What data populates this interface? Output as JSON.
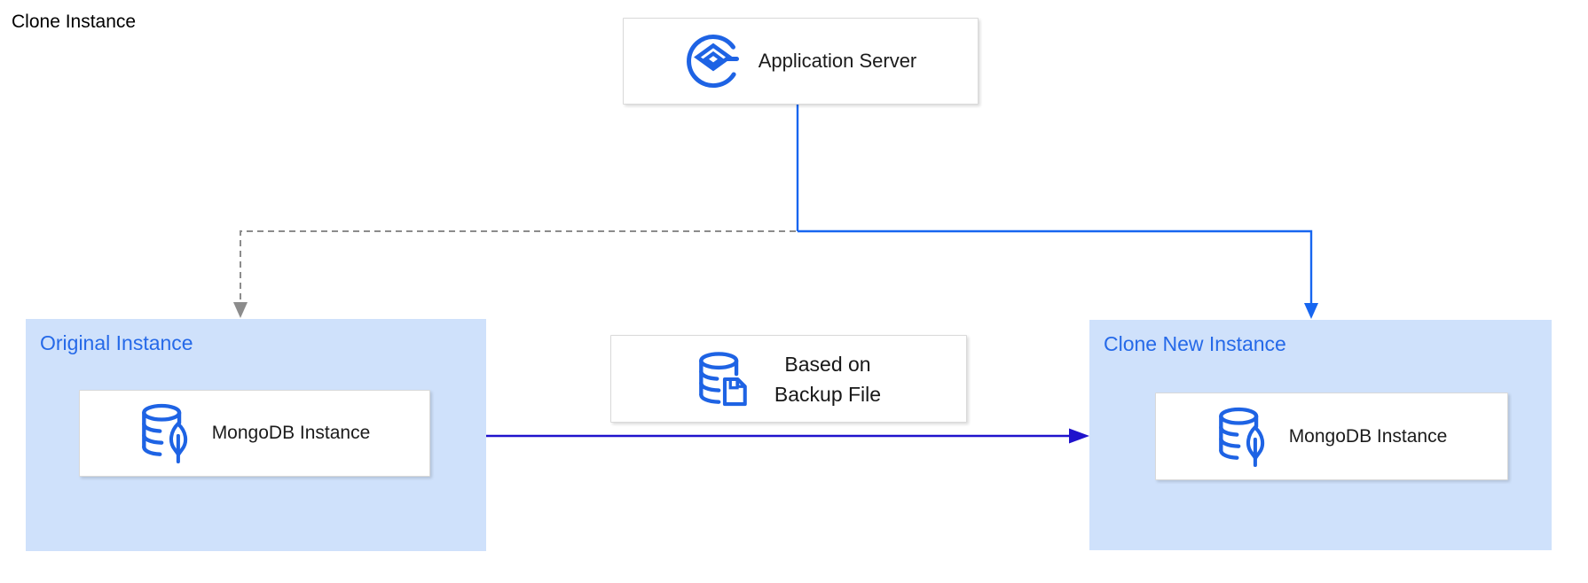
{
  "title": "Clone Instance",
  "nodes": {
    "application_server": {
      "label": "Application Server",
      "icon": "application-server-icon"
    },
    "original_instance": {
      "label": "Original Instance",
      "inner_label": "MongoDB Instance",
      "inner_icon": "mongodb-icon"
    },
    "clone_new_instance": {
      "label": "Clone New Instance",
      "inner_label": "MongoDB Instance",
      "inner_icon": "mongodb-icon"
    },
    "backup_file": {
      "label_line1": "Based on",
      "label_line2": "Backup File",
      "icon": "database-backup-icon"
    }
  },
  "connectors": [
    {
      "name": "app-to-original",
      "style": "dashed",
      "color": "#8c8c8c",
      "from": "Application Server",
      "to": "Original Instance"
    },
    {
      "name": "app-to-clone",
      "style": "solid",
      "color": "#1766f0",
      "from": "Application Server",
      "to": "Clone New Instance"
    },
    {
      "name": "original-to-clone",
      "style": "solid",
      "color": "#2013cc",
      "from": "Original Instance",
      "to": "Clone New Instance",
      "via": "Based on Backup File"
    }
  ],
  "colors": {
    "group_fill": "#cfe1fb",
    "group_label": "#2569e8",
    "icon_blue": "#1e63e4",
    "wire_blue": "#1766f0",
    "wire_gray": "#8c8c8c",
    "wire_navy": "#2013cc",
    "node_border": "#d9d9d9",
    "text": "#1b1b1b"
  }
}
